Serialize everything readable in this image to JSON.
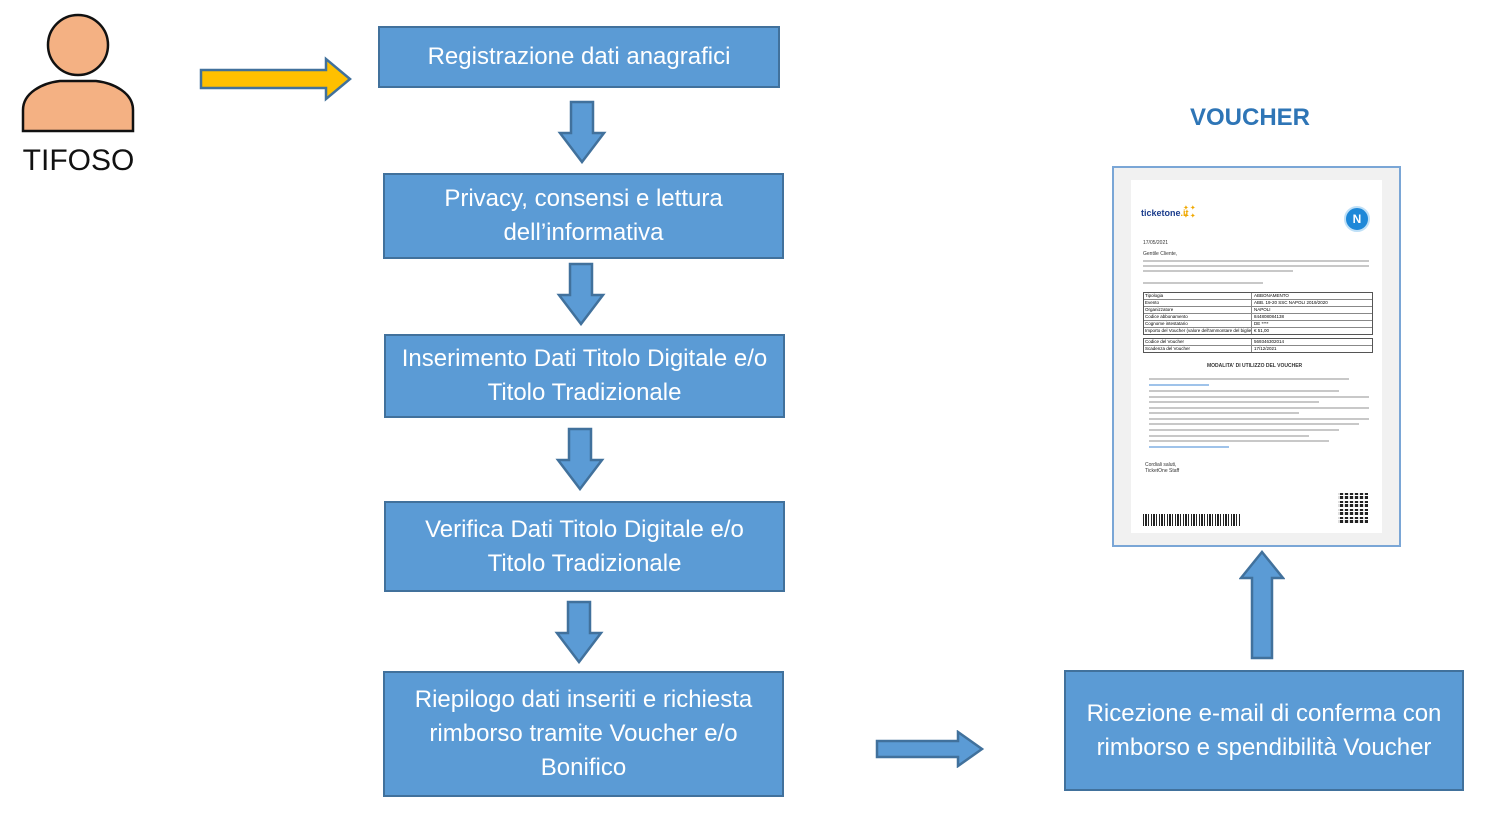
{
  "actor": {
    "label": "TIFOSO",
    "icon": "person-icon"
  },
  "steps": [
    {
      "label": "Registrazione dati anagrafici"
    },
    {
      "label": "Privacy, consensi e lettura dell’informativa"
    },
    {
      "label": "Inserimento Dati Titolo Digitale e/o Titolo Tradizionale"
    },
    {
      "label": "Verifica Dati Titolo Digitale e/o Titolo Tradizionale"
    },
    {
      "label": "Riepilogo dati inseriti e richiesta rimborso tramite Voucher e/o Bonifico"
    },
    {
      "label": "Ricezione e-mail di conferma con rimborso e spendibilità Voucher"
    }
  ],
  "voucher": {
    "title": "VOUCHER",
    "brand_main": "ticketone",
    "brand_suffix": ".it",
    "club_logo_letter": "N",
    "date": "17/05/2021",
    "greeting": "Gentile Cliente,",
    "rows": [
      {
        "k": "Tipologia",
        "v": "ABBONAMENTO"
      },
      {
        "k": "Evento",
        "v": "ABB. 19-20 SSC NAPOLI 2019/2020"
      },
      {
        "k": "Organizzatore",
        "v": "NAPOLI"
      },
      {
        "k": "Codice abbonamento",
        "v": "844808084138"
      },
      {
        "k": "Cognome intestatario",
        "v": "DE ****"
      },
      {
        "k": "Importo del Voucher (valore dell'ammontare del biglietto)",
        "v": "€ 51,00"
      }
    ],
    "code_rows": [
      {
        "k": "Codice del Voucher",
        "v": "569346302014"
      },
      {
        "k": "Scadenza del Voucher",
        "v": "17/12/2021"
      }
    ],
    "section_title": "MODALITA' DI UTILIZZO DEL VOUCHER",
    "signature": "Cordiali saluti,\nTicketOne Staff"
  },
  "colors": {
    "box_fill": "#5b9bd5",
    "box_border": "#41719c",
    "arrow_yellow": "#ffc000",
    "person_fill": "#f4b183",
    "voucher_title": "#2e75b6"
  }
}
